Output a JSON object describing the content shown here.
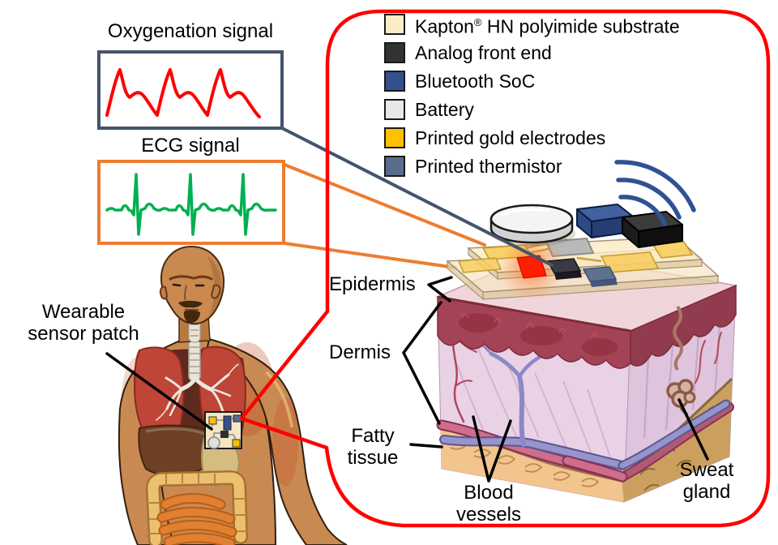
{
  "titles": {
    "oxygenation": "Oxygenation signal",
    "ecg": "ECG signal"
  },
  "body_label": {
    "line1": "Wearable",
    "line2": "sensor patch"
  },
  "legend": {
    "items": [
      {
        "label_pre": "Kapton",
        "label_sup": "®",
        "label_post": " HN polyimide substrate",
        "color": "#FBEBC6"
      },
      {
        "label": "Analog front end",
        "color": "#333333"
      },
      {
        "label": "Bluetooth SoC",
        "color": "#34508C"
      },
      {
        "label": "Battery",
        "color": "#E8E8E8"
      },
      {
        "label": "Printed gold electrodes",
        "color": "#FFC000"
      },
      {
        "label": "Printed thermistor",
        "color": "#5A6C8C"
      }
    ]
  },
  "skin_labels": {
    "epidermis": "Epidermis",
    "dermis": "Dermis",
    "fatty_line1": "Fatty",
    "fatty_line2": "tissue",
    "blood_line1": "Blood",
    "blood_line2": "vessels",
    "sweat_line1": "Sweat",
    "sweat_line2": "gland"
  },
  "colors": {
    "callout_red": "#FF0000",
    "oxygenation_box_border": "#44546A",
    "oxygenation_trace": "#FF0000",
    "ecg_box_border": "#ED7D31",
    "ecg_trace": "#00B050",
    "wireless_icon_blue": "#2E5394",
    "text": "#000000"
  },
  "icons": {
    "wireless_signal": "three-arcs"
  }
}
